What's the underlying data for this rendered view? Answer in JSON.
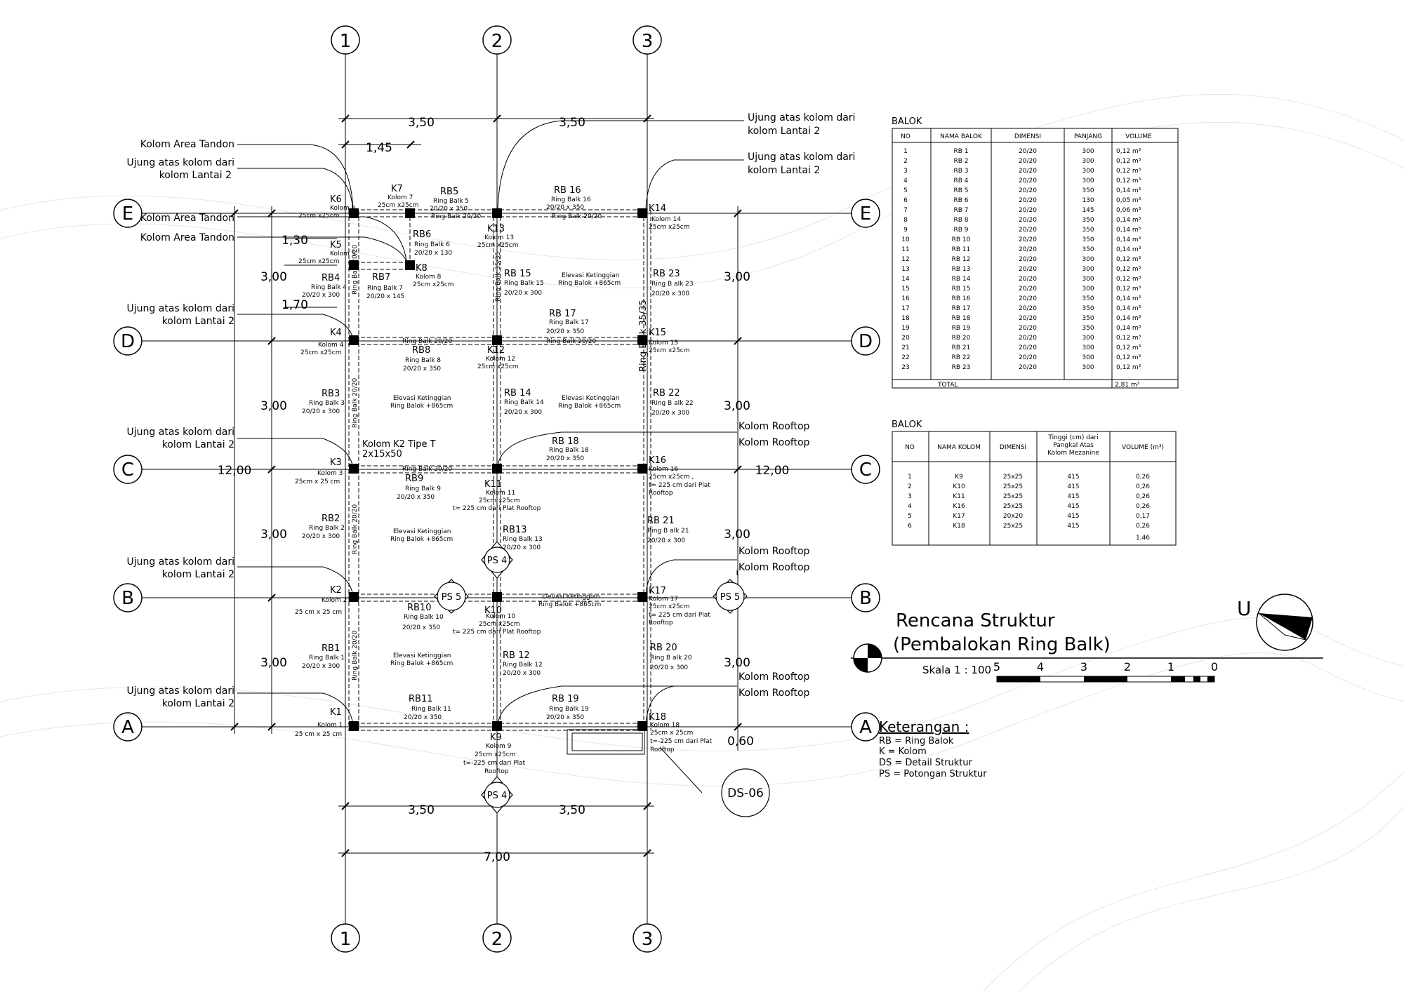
{
  "axes": {
    "cols": [
      "1",
      "2",
      "3"
    ],
    "rows": [
      "E",
      "D",
      "C",
      "B",
      "A"
    ]
  },
  "dims": {
    "top": [
      "3,50",
      "3,50"
    ],
    "top2": "1,45",
    "bot": [
      "3,50",
      "3,50"
    ],
    "bot_total": "7,00",
    "left": [
      "3,00",
      "3,00",
      "3,00",
      "3,00"
    ],
    "left_small": [
      "1,30",
      "1,70"
    ],
    "right": [
      "3,00",
      "3,00",
      "3,00",
      "3,00"
    ],
    "total_left": "12,00",
    "total_right": "12,00",
    "right_extra": "0,60"
  },
  "callouts": [
    {
      "id": "c1",
      "lines": [
        "Kolom Area Tandon"
      ]
    },
    {
      "id": "c2",
      "lines": [
        "Ujung atas kolom dari",
        "kolom Lantai 2"
      ]
    },
    {
      "id": "c3",
      "lines": [
        "Kolom Area Tandon"
      ]
    },
    {
      "id": "c4",
      "lines": [
        "Kolom Area Tandon"
      ]
    },
    {
      "id": "c5",
      "lines": [
        "Ujung atas kolom dari",
        "kolom Lantai 2"
      ]
    },
    {
      "id": "c6",
      "lines": [
        "Ujung atas kolom dari",
        "kolom Lantai 2"
      ]
    },
    {
      "id": "c7",
      "lines": [
        "Ujung atas kolom dari",
        "kolom Lantai 2"
      ]
    },
    {
      "id": "c8",
      "lines": [
        "Ujung atas kolom dari",
        "kolom Lantai 2"
      ]
    },
    {
      "id": "c9",
      "lines": [
        "Ujung atas kolom dari",
        "kolom Lantai 2"
      ]
    },
    {
      "id": "c10",
      "lines": [
        "Ujung atas kolom dari",
        "kolom Lantai 2"
      ]
    },
    {
      "id": "c11",
      "lines": [
        "Kolom Rooftop",
        "Kolom Rooftop"
      ]
    },
    {
      "id": "c12",
      "lines": [
        "Kolom Rooftop",
        "Kolom Rooftop"
      ]
    },
    {
      "id": "c13",
      "lines": [
        "Kolom Rooftop",
        "Kolom Rooftop"
      ]
    }
  ],
  "columns": [
    {
      "id": "K6",
      "lines": [
        "Kolom 6",
        "25cm x25cm"
      ]
    },
    {
      "id": "K7",
      "lines": [
        "Kolom 7",
        "25cm x25cm"
      ]
    },
    {
      "id": "K5",
      "lines": [
        "Kolom 5",
        "25cm x25cm"
      ]
    },
    {
      "id": "K8",
      "lines": [
        "Kolom 8",
        "25cm x25cm"
      ]
    },
    {
      "id": "K13",
      "lines": [
        "Kolom 13",
        "25cm x25cm"
      ]
    },
    {
      "id": "K14",
      "lines": [
        "Kolom 14",
        "25cm x25cm"
      ]
    },
    {
      "id": "K4",
      "lines": [
        "Kolom 4",
        "25cm x25cm"
      ]
    },
    {
      "id": "K12",
      "lines": [
        "Kolom 12",
        "25cm x25cm"
      ]
    },
    {
      "id": "K15",
      "lines": [
        "Kolom 15",
        "25cm x25cm"
      ]
    },
    {
      "id": "K3",
      "lines": [
        "Kolom 3",
        "25cm x 25 cm"
      ]
    },
    {
      "id": "K11",
      "lines": [
        "Kolom 11",
        "25cm x25cm",
        "t= 225 cm dari Plat Rooftop"
      ]
    },
    {
      "id": "K16",
      "lines": [
        "Kolom 16",
        "25cm x25cm ,",
        "t= 225 cm dari Plat",
        "Rooftop"
      ]
    },
    {
      "id": "K2",
      "lines": [
        "Kolom 2",
        "25 cm x 25 cm"
      ]
    },
    {
      "id": "K10",
      "lines": [
        "Kolom 10",
        "25cm x25cm",
        "t= 225 cm dari Plat Rooftop"
      ]
    },
    {
      "id": "K17",
      "lines": [
        "Kolom 17",
        "25cm x25cm",
        "t= 225 cm dari Plat",
        "Rooftop"
      ]
    },
    {
      "id": "K1",
      "lines": [
        "Kolom 1",
        "25 cm x 25 cm"
      ]
    },
    {
      "id": "K9",
      "lines": [
        "Kolom 9",
        "25cm x25cm",
        "t=-225 cm dari Plat",
        "Rooftop"
      ]
    },
    {
      "id": "K18",
      "lines": [
        "Kolom 18",
        "25cm x 25cm",
        "t=-225 cm dari Plat",
        "Rooftop"
      ]
    }
  ],
  "k2_tipe": [
    "Kolom K2 Tipe T",
    "2x15x50"
  ],
  "beams": [
    {
      "id": "RB5",
      "lines": [
        "Ring Balk 5",
        "20/20 x 350",
        "Ring Balk 20/20"
      ]
    },
    {
      "id": "RB 16",
      "lines": [
        "Ring Balk 16",
        "20/20 x 350",
        "Ring Balk 20/20"
      ]
    },
    {
      "id": "RB6",
      "lines": [
        "Ring Balk 6",
        "20/20 x 130"
      ]
    },
    {
      "id": "RB4",
      "lines": [
        "Ring Balk 4",
        "20/20 x 300"
      ]
    },
    {
      "id": "RB7",
      "lines": [
        "Ring Balk 7",
        "20/20 x 145"
      ]
    },
    {
      "id": "RB 15",
      "lines": [
        "Ring Balk 15",
        "20/20 x 300"
      ]
    },
    {
      "id": "RB 23",
      "lines": [
        "Ring B alk 23",
        "20/20 x 300"
      ]
    },
    {
      "id": "RB 17",
      "lines": [
        "Ring Balk 17",
        "20/20 x 350",
        "Ring Balk 20/20"
      ]
    },
    {
      "id": "RB8",
      "lines": [
        "Ring Balk 20/20",
        "Ring Balk 8",
        "20/20 x 350"
      ]
    },
    {
      "id": "RB3",
      "lines": [
        "Ring Balk 3",
        "20/20 x 300"
      ]
    },
    {
      "id": "RB 14",
      "lines": [
        "Ring Balk 14",
        "20/20 x 300"
      ]
    },
    {
      "id": "RB 22",
      "lines": [
        "Ring B alk 22",
        "20/20 x 300"
      ]
    },
    {
      "id": "RB 18",
      "lines": [
        "Ring Balk 18",
        "20/20 x 350"
      ]
    },
    {
      "id": "RB9",
      "lines": [
        "Ring Balk 20/20",
        "Ring Balk 9",
        "20/20 x 350"
      ]
    },
    {
      "id": "RB2",
      "lines": [
        "Ring Balk 2",
        "20/20 x 300"
      ]
    },
    {
      "id": "RB13",
      "lines": [
        "Ring Balk 13",
        "20/20 x 300"
      ]
    },
    {
      "id": "RB 21",
      "lines": [
        "Ring B alk 21",
        "20/20 x 300"
      ]
    },
    {
      "id": "RB10",
      "lines": [
        "Ring Balk 10",
        "20/20 x 350"
      ]
    },
    {
      "id": "RB1",
      "lines": [
        "Ring Balk 1",
        "20/20 x 300"
      ]
    },
    {
      "id": "RB 12",
      "lines": [
        "Ring Balk 12",
        "20/20 x 300"
      ]
    },
    {
      "id": "RB 20",
      "lines": [
        "Ring B alk 20",
        "20/20 x 300"
      ]
    },
    {
      "id": "RB11",
      "lines": [
        "Ring Balk 11",
        "20/20 x 350"
      ]
    },
    {
      "id": "RB 19",
      "lines": [
        "Ring Balk 19",
        "20/20 x 350"
      ]
    }
  ],
  "vertical_beam_labels": [
    "Ring Balk 20/20",
    "Ring Balk 20/20",
    "Ring Balk 20/20",
    "Ring Balk 20/20",
    "Ring Balk 35/35",
    "Ring Balk 35/35"
  ],
  "elevasi": [
    "Elevasi Ketinggian",
    "Ring Balok +865cm"
  ],
  "markers": [
    "PS 4",
    "PS 5",
    "PS 5",
    "PS 4",
    "DS-06"
  ],
  "balok_table": {
    "caption": "BALOK",
    "headers": [
      "NO",
      "NAMA BALOK",
      "DIMENSI",
      "PANJANG",
      "VOLUME"
    ],
    "rows": [
      [
        "1",
        "RB 1",
        "20/20",
        "300",
        "0,12 m³"
      ],
      [
        "2",
        "RB 2",
        "20/20",
        "300",
        "0,12 m³"
      ],
      [
        "3",
        "RB 3",
        "20/20",
        "300",
        "0,12 m³"
      ],
      [
        "4",
        "RB 4",
        "20/20",
        "300",
        "0,12 m³"
      ],
      [
        "5",
        "RB 5",
        "20/20",
        "350",
        "0,14 m³"
      ],
      [
        "6",
        "RB 6",
        "20/20",
        "130",
        "0,05 m³"
      ],
      [
        "7",
        "RB 7",
        "20/20",
        "145",
        "0,06 m³"
      ],
      [
        "8",
        "RB 8",
        "20/20",
        "350",
        "0,14 m³"
      ],
      [
        "9",
        "RB 9",
        "20/20",
        "350",
        "0,14 m³"
      ],
      [
        "10",
        "RB 10",
        "20/20",
        "350",
        "0,14 m³"
      ],
      [
        "11",
        "RB 11",
        "20/20",
        "350",
        "0,14 m³"
      ],
      [
        "12",
        "RB 12",
        "20/20",
        "300",
        "0,12 m³"
      ],
      [
        "13",
        "RB 13",
        "20/20",
        "300",
        "0,12 m³"
      ],
      [
        "14",
        "RB 14",
        "20/20",
        "300",
        "0,12 m³"
      ],
      [
        "15",
        "RB 15",
        "20/20",
        "300",
        "0,12 m³"
      ],
      [
        "16",
        "RB 16",
        "20/20",
        "350",
        "0,14 m³"
      ],
      [
        "17",
        "RB 17",
        "20/20",
        "350",
        "0,14 m³"
      ],
      [
        "18",
        "RB 18",
        "20/20",
        "350",
        "0,14 m³"
      ],
      [
        "19",
        "RB 19",
        "20/20",
        "350",
        "0,14 m³"
      ],
      [
        "20",
        "RB 20",
        "20/20",
        "300",
        "0,12 m³"
      ],
      [
        "21",
        "RB 21",
        "20/20",
        "300",
        "0,12 m³"
      ],
      [
        "22",
        "RB 22",
        "20/20",
        "300",
        "0,12 m³"
      ],
      [
        "23",
        "RB 23",
        "20/20",
        "300",
        "0,12 m³"
      ]
    ],
    "total_label": "TOTAL",
    "total_value": "2,81 m³"
  },
  "kolom_table": {
    "caption": "BALOK",
    "headers": [
      "NO",
      "NAMA KOLOM",
      "DIMENSI",
      "Tinggi (cm) dari|Pangkal Atas|Kolom Mezanine",
      "VOLUME (m³)"
    ],
    "rows": [
      [
        "1",
        "K9",
        "25x25",
        "415",
        "0,26"
      ],
      [
        "2",
        "K10",
        "25x25",
        "415",
        "0,26"
      ],
      [
        "3",
        "K11",
        "25x25",
        "415",
        "0,26"
      ],
      [
        "4",
        "K16",
        "25x25",
        "415",
        "0,26"
      ],
      [
        "5",
        "K17",
        "20x20",
        "415",
        "0,17"
      ],
      [
        "6",
        "K18",
        "25x25",
        "415",
        "0,26"
      ]
    ],
    "total_value": "1,46"
  },
  "title_block": {
    "title1": "Rencana Struktur",
    "title2": "(Pembalokan Ring Balk)",
    "scale": "Skala 1 : 100",
    "scale_ticks": [
      "5",
      "4",
      "3",
      "2",
      "1",
      "0"
    ],
    "north": "U"
  },
  "legend": {
    "title": "Keterangan :",
    "items": [
      "RB = Ring Balok",
      "K  = Kolom",
      "DS = Detail Struktur",
      "PS = Potongan Struktur"
    ]
  }
}
